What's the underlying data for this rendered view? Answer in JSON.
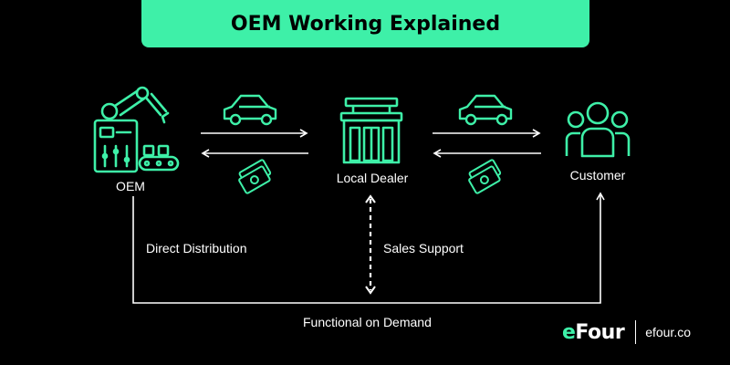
{
  "title": "OEM Working Explained",
  "nodes": {
    "oem": "OEM",
    "dealer": "Local Dealer",
    "customer": "Customer"
  },
  "flows": {
    "direct": "Direct Distribution",
    "support": "Sales Support",
    "demand": "Functional on Demand"
  },
  "brand": {
    "logo_prefix": "e",
    "logo_rest": "Four",
    "url": "efour.co"
  },
  "colors": {
    "accent": "#3ef0a8",
    "background": "#000000",
    "text": "#ffffff"
  }
}
